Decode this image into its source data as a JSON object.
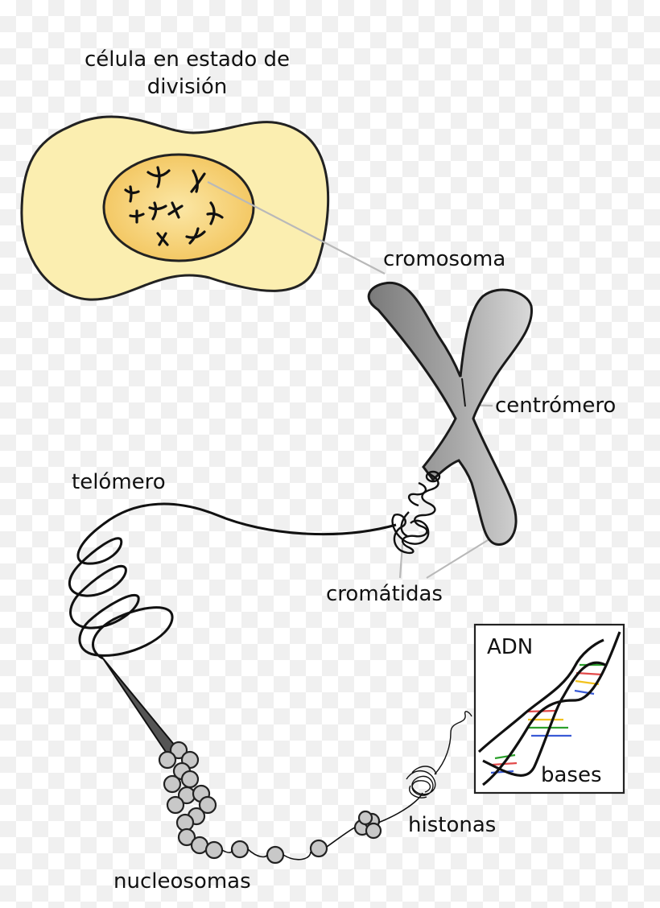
{
  "labels": {
    "cell": "célula en estado de división",
    "chromosome": "cromosoma",
    "centromere": "centrómero",
    "telomere": "telómero",
    "chromatids": "cromátidas",
    "dna": "ADN",
    "bases": "bases",
    "histones": "histonas",
    "nucleosomes": "nucleosomas"
  },
  "colors": {
    "cell_fill": "#fbeeb0",
    "nucleus_fill": "#f6cf6b",
    "chromosome_fill": "#a8a8a8",
    "nucleosome_fill": "#c8c8c8",
    "leader_line": "#b9b9b9",
    "outline": "#1a1a1a"
  }
}
